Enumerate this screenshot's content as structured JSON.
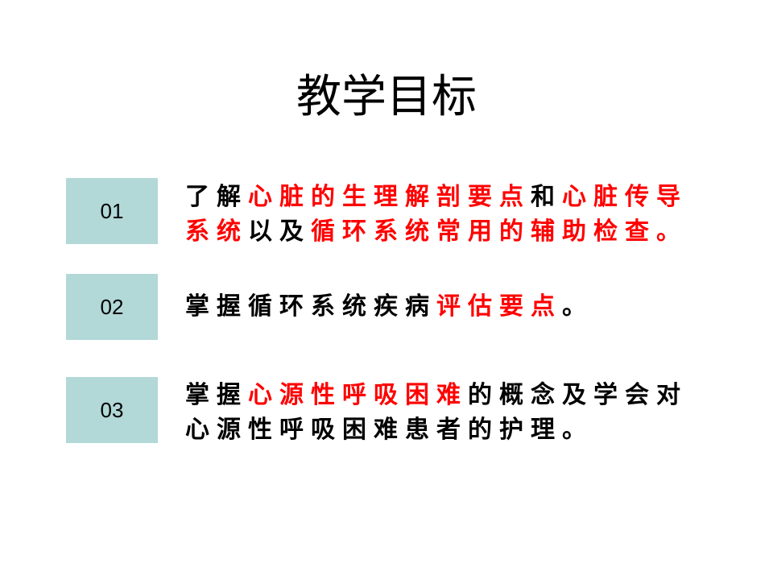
{
  "title": "教学目标",
  "colors": {
    "box_background": "#b2d8d8",
    "highlight": "#ff0000",
    "text": "#000000"
  },
  "objectives": [
    {
      "number": "01",
      "line1": {
        "s1": "了解",
        "s2": "心脏的生理解剖要点",
        "s3": "和",
        "s4": "心脏传导"
      },
      "line2": {
        "s1": "系统",
        "s2": "以及",
        "s3": "循环系统常用的辅助检查。"
      }
    },
    {
      "number": "02",
      "line1": {
        "s1": "掌握循环系统疾病",
        "s2": "评估要点",
        "s3": "。"
      }
    },
    {
      "number": "03",
      "line1": {
        "s1": "掌握",
        "s2": "心源性呼吸困难",
        "s3": "的概念及学会对"
      },
      "line2": {
        "s1": "心源性呼吸困难患者的护理。"
      }
    }
  ]
}
